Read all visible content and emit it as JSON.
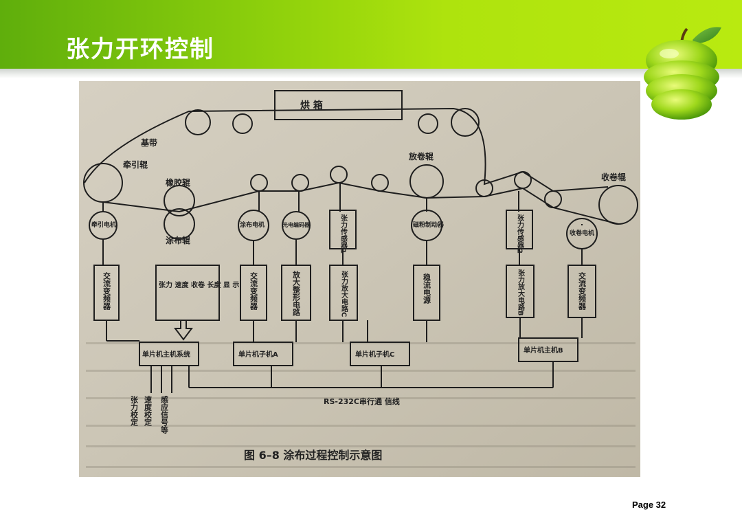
{
  "slide": {
    "title": "张力开环控制",
    "page": "Page 32",
    "accent_color": "#9bd80d"
  },
  "figure": {
    "caption": "图 6–8    涂布过程控制示意图",
    "labels": {
      "oven": "烘      箱",
      "base_belt": "基带",
      "traction_roller": "牵引辊",
      "rubber_roller": "橡胶辊",
      "coating_roller": "涂布辊",
      "unwind_roller": "放卷辊",
      "rewind_roller": "收卷辊",
      "traction_motor": "牵引电机",
      "coating_motor": "涂布电机",
      "photo_encoder": "光电编码器",
      "tension_sensor_1": "张力传感器1",
      "magnetic_brake": "磁粉制动器",
      "tension_sensor_2": "张力传感器2",
      "rewind_motor": "收卷电机",
      "inverter_a": "交流变频器",
      "display_panel": "张力 速度 收卷 长度 显    示",
      "inverter_b": "交流变频器",
      "amp_shaping": "放大整形电路",
      "amp_c": "张力放大电路C",
      "regulated_power": "稳流电源",
      "amp_b": "张力放大电路B",
      "inverter_c": "交流变频器",
      "mcu_host": "单片机主机系统",
      "mcu_a": "单片机子机A",
      "mcu_c": "单片机子机C",
      "mcu_b": "单片机主机B",
      "bus": "RS-232C串行通 信线",
      "input_tension": "张力校定",
      "input_speed": "速度校定",
      "input_sensor": "感应信号等"
    }
  }
}
